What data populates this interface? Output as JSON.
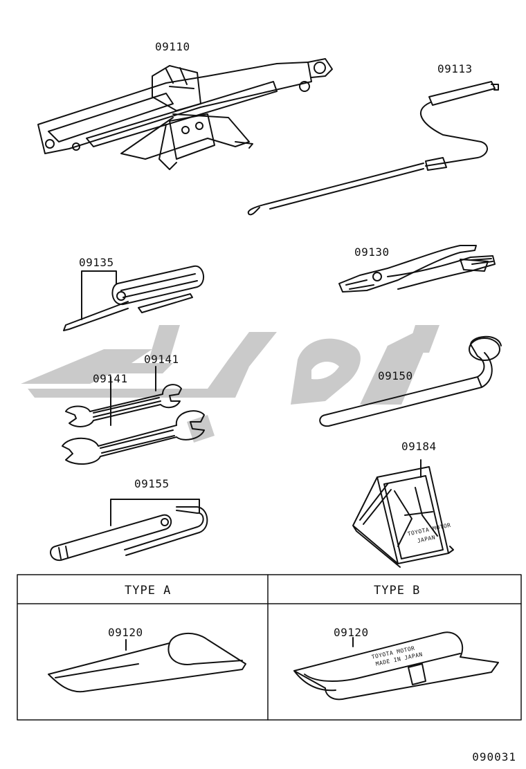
{
  "diagram": {
    "part_labels": {
      "jack": "09110",
      "jack_handle": "09113",
      "screwdriver": "09135",
      "pliers": "09130",
      "wrench_small": "09141",
      "wrench_large": "09141",
      "wheel_nut_wrench": "09150",
      "wheel_chock": "09184",
      "hub_nut_wrench_set": "09155",
      "tool_bag_type_a": "09120",
      "tool_bag_type_b": "09120"
    },
    "table_headers": {
      "type_a": "TYPE A",
      "type_b": "TYPE B"
    },
    "chock_stamp": [
      "TOYOTA MOTOR",
      "JAPAN"
    ],
    "bag_stamp": [
      "TOYOTA MOTOR",
      "MADE IN JAPAN"
    ],
    "watermark": "کوپارت",
    "reference_code": "090031"
  },
  "colors": {
    "line": "#111111",
    "watermark": "#c8c8c8"
  }
}
